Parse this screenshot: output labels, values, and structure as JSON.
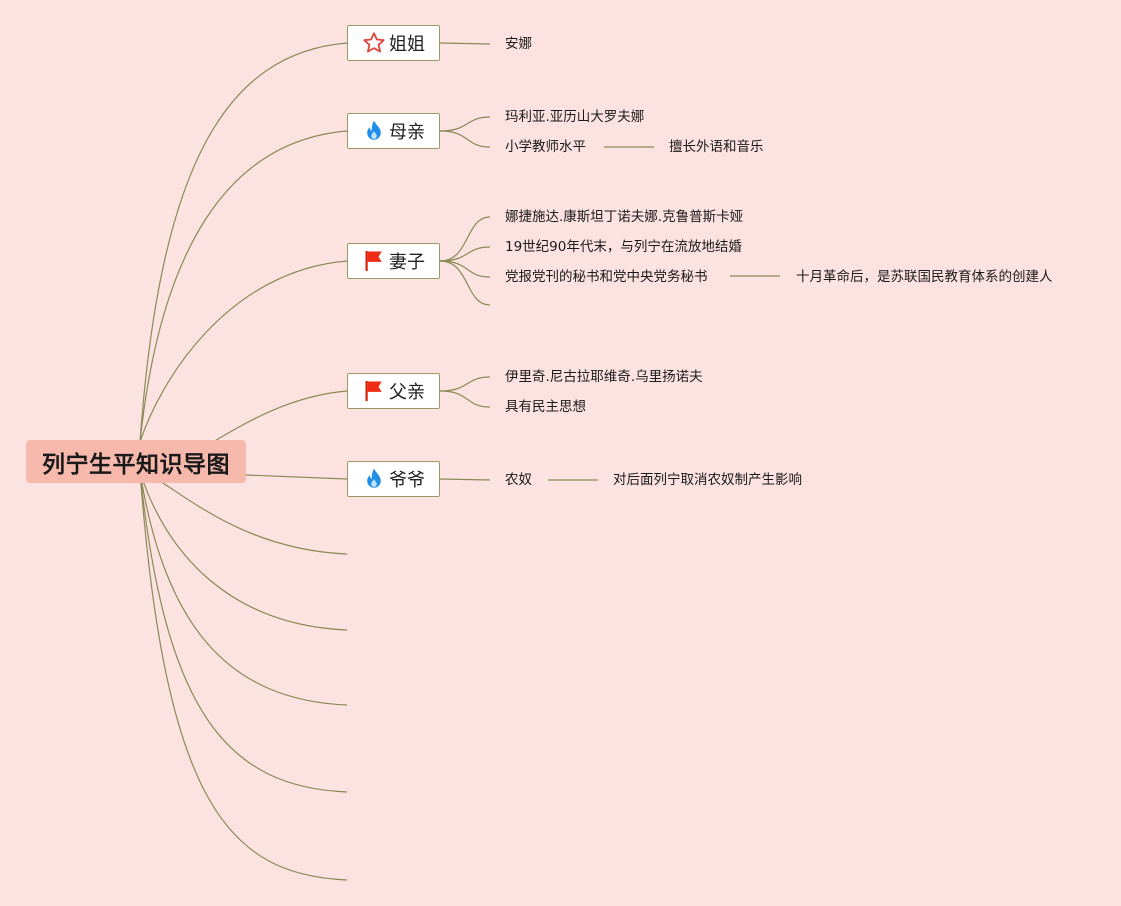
{
  "root": {
    "label": "列宁生平知识导图"
  },
  "branches": [
    {
      "label": "姐姐",
      "icon": "star-icon",
      "children": [
        {
          "text": "安娜"
        }
      ]
    },
    {
      "label": "母亲",
      "icon": "fire-icon",
      "children": [
        {
          "text": "玛利亚.亚历山大罗夫娜"
        },
        {
          "text": "小学教师水平",
          "next": "擅长外语和音乐"
        }
      ]
    },
    {
      "label": "妻子",
      "icon": "red-flag-icon",
      "children": [
        {
          "text": "娜捷施达.康斯坦丁诺夫娜.克鲁普斯卡娅"
        },
        {
          "text": "19世纪90年代末，与列宁在流放地结婚"
        },
        {
          "text": "党报党刊的秘书和党中央党务秘书",
          "next": "十月革命后，是苏联国民教育体系的创建人"
        },
        {
          "text": ""
        }
      ]
    },
    {
      "label": "父亲",
      "icon": "red-flag-icon",
      "children": [
        {
          "text": "伊里奇.尼古拉耶维奇.乌里扬诺夫"
        },
        {
          "text": "具有民主思想"
        }
      ]
    },
    {
      "label": "爷爷",
      "icon": "fire-icon",
      "children": [
        {
          "text": "农奴",
          "next": "对后面列宁取消农奴制产生影响"
        }
      ]
    }
  ],
  "empty_branch_count": 5,
  "colors": {
    "background": "#fde2e2",
    "root_fill": "#f8b9ad",
    "line": "#8a8a55",
    "node_border": "#9a9a66"
  }
}
